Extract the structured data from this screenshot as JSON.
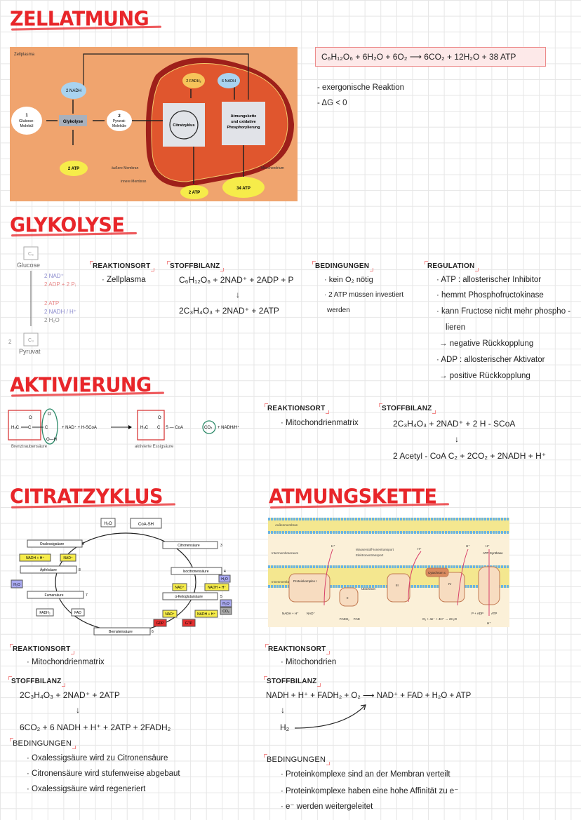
{
  "zellatmung": {
    "title": "ZELLATMUNG",
    "diagram": {
      "zellplasma": "Zellplasma",
      "glukose_n": "1",
      "glukose": "Glukose-",
      "molekuel": "Molekül",
      "glykolyse": "Glykolyse",
      "pyruvat_n": "2",
      "pyruvat": "Pyruvat-",
      "molekuele": "Moleküle",
      "nadh2": "2 NADH",
      "atp2a": "2 ATP",
      "fadh2": "2 FADH₂",
      "nadh6": "6 NADH",
      "citrat": "Citratzyklus",
      "atm1": "Atmungskette",
      "atm2": "und oxidative",
      "atm3": "Phosphorylierung",
      "aussere": "äußere Membran",
      "innere": "innere Membran",
      "mito": "Mitochondrium",
      "atp2b": "2 ATP",
      "atp34": "34 ATP"
    },
    "equation": "C₆H₁₂O₆  +  6H₂O  +  6O₂   ⟶   6CO₂  +  12H₂O  +  38 ATP",
    "notes": [
      "- exergonische Reaktion",
      "- ΔG < 0"
    ]
  },
  "glykolyse": {
    "title": "GLYKOLYSE",
    "scheme": {
      "c6": "C₆",
      "glucose": "Glucose",
      "in1": "2 NAD⁺",
      "in2": "2 ADP + 2 Pᵢ",
      "out1": "2 ATP",
      "out2": "2 NADH / H⁺",
      "out3": "2 H₂O",
      "factor": "2",
      "c3": "C₃",
      "pyruvat": "Pyruvat"
    },
    "reaktionsort": {
      "label": "REAKTIONSORT",
      "items": [
        "· Zellplasma"
      ]
    },
    "stoffbilanz": {
      "label": "STOFFBILANZ",
      "eq1": "C₆H₁₂O₆  +  2NAD⁺  +  2ADP + P",
      "arrow": "↓",
      "eq2": "2C₃H₄O₃  +  2NAD⁺  +  2ATP"
    },
    "bedingungen": {
      "label": "BEDINGUNGEN",
      "items": [
        "· kein O₂ nötig",
        "· 2 ATP müssen investiert",
        "werden"
      ]
    },
    "regulation": {
      "label": "REGULATION",
      "items": [
        "· ATP  :  allosterischer Inhibitor",
        "· hemmt  Phosphofructokinase",
        "· kann  Fructose nicht mehr phospho -",
        "lieren",
        "→  negative  Rückkopplung",
        "· ADP  :  allosterischer  Aktivator",
        "→  positive  Rückkopplung"
      ]
    }
  },
  "aktivierung": {
    "title": "AKTIVIERUNG",
    "scheme": {
      "h3c": "H₃C",
      "c": "C",
      "o": "O",
      "oh": "O—H",
      "plus": "+ NAD⁺ + H-SCoA",
      "s": "S — CoA",
      "co2": "CO₂",
      "nadh": "+ NADH/H⁺",
      "left_label": "Brenztraubensäure",
      "right_label": "aktivierte Essigsäure"
    },
    "reaktionsort": {
      "label": "REAKTIONSORT",
      "items": [
        "· Mitochondrienmatrix"
      ]
    },
    "stoffbilanz": {
      "label": "STOFFBILANZ",
      "eq1": "2C₃H₄O₃  +  2NAD⁺  +  2 H - SCoA",
      "arrow": "↓",
      "eq2": "2 Acetyl - CoA C₂  +  2CO₂  +  2NADH + H⁺"
    }
  },
  "citratzyklus": {
    "title": "CITRATZYKLUS",
    "scheme": {
      "h2o": "H₂O",
      "coash": "CoA-SH",
      "steps": [
        {
          "name": "Oxalessigsäure",
          "n": "9"
        },
        {
          "name": "Citronensäure",
          "n": "3"
        },
        {
          "name": "Äpfelsäure",
          "n": "8"
        },
        {
          "name": "Isocitronensäure",
          "n": "4"
        },
        {
          "name": "Fumarsäure",
          "n": "7"
        },
        {
          "name": "α-Ketoglutarsäure",
          "n": "5"
        },
        {
          "name": "Bernsteinsäure",
          "n": "6"
        }
      ],
      "nadh": "NADH + H⁺",
      "nad": "NAD⁺",
      "fadh2": "FADH₂",
      "fad": "FAD",
      "co2": "CO₂",
      "gdp": "GDP",
      "gtp": "GTP"
    },
    "reaktionsort": {
      "label": "REAKTIONSORT",
      "items": [
        "· Mitochondrienmatrix"
      ]
    },
    "stoffbilanz": {
      "label": "STOFFBILANZ",
      "eq1": "2C₃H₄O₃  +  2NAD⁺  +  2ATP",
      "arrow": "↓",
      "eq2": "6CO₂  +  6 NADH + H⁺  +  2ATP  +  2FADH₂"
    },
    "bedingungen": {
      "label": "BEDINGUNGEN",
      "items": [
        "· Oxalessigsäure wird zu Citronensäure",
        "· Citronensäure wird stufenweise abgebaut",
        "· Oxalessigsäure wird regeneriert"
      ]
    }
  },
  "atmungskette": {
    "title": "ATMUNGSKETTE",
    "scheme": {
      "aussen": "Außenmembran",
      "inter": "Intermembranraum",
      "innen": "Innenmembran",
      "legend1": "Wasserstoff-Ionentransport",
      "legend2": "Elektronentransport",
      "k1": "Proteinkomplex I",
      "k2": "II",
      "k3": "III",
      "k4": "IV",
      "ubi": "Ubichinon",
      "cyt": "Cytochrom c",
      "atps": "ATP-Synthase",
      "h": "H⁺",
      "nadh": "NADH + H⁺",
      "nad": "NAD⁺",
      "fadh2": "FADH₂",
      "fad": "FAD",
      "o2": "O₂ + 4e⁻ + 4H⁺ → 2H₂O",
      "adp": "P + ADP",
      "atp": "ATP"
    },
    "reaktionsort": {
      "label": "REAKTIONSORT",
      "items": [
        "· Mitochondrien"
      ]
    },
    "stoffbilanz": {
      "label": "STOFFBILANZ",
      "eq1": "NADH + H⁺  +  FADH₂  +  O₂    ⟶    NAD⁺  +  FAD  +  H₂O  +  ATP",
      "arrow": "↓",
      "h2": "H₂"
    },
    "bedingungen": {
      "label": "BEDINGUNGEN",
      "items": [
        "· Proteinkomplexe sind an der Membran verteilt",
        "· Proteinkomplexe haben eine hohe Affinität zu e⁻",
        "· e⁻ werden weitergeleitet"
      ]
    }
  },
  "colors": {
    "accent": "#e8262a",
    "orange": "#f0a46e",
    "mito": "#e0562e",
    "yellow": "#f6ec4a",
    "blue": "#a9d3f0"
  }
}
